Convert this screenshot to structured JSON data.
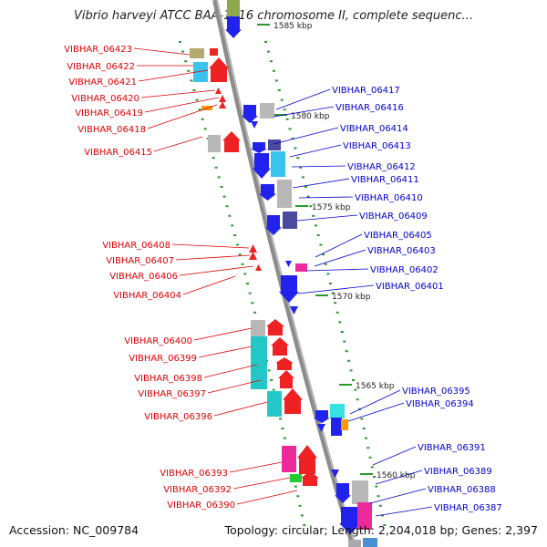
{
  "title": "Vibrio harveyi ATCC BAA-1116 chromosome II, complete sequenc...",
  "footer": {
    "accession": "Accession: NC_009784",
    "summary": "Topology: circular; Length: 2,204,018 bp; Genes: 2,397"
  },
  "colors": {
    "left_labels": "#dd0000",
    "right_labels": "#0000cc",
    "backbone": "#8c8c8c",
    "ticks": "#2a9a2a",
    "scale_label": "#222222"
  },
  "scale_marks": [
    "1585 kbp",
    "1580 kbp",
    "1575 kbp",
    "1570 kbp",
    "1565 kbp",
    "1560 kbp"
  ],
  "left_gene_labels": [
    "VIBHAR_06423",
    "VIBHAR_06422",
    "VIBHAR_06421",
    "VIBHAR_06420",
    "VIBHAR_06419",
    "VIBHAR_06418",
    "VIBHAR_06415",
    "VIBHAR_06408",
    "VIBHAR_06407",
    "VIBHAR_06406",
    "VIBHAR_06404",
    "VIBHAR_06400",
    "VIBHAR_06399",
    "VIBHAR_06398",
    "VIBHAR_06397",
    "VIBHAR_06396",
    "VIBHAR_06393",
    "VIBHAR_06392",
    "VIBHAR_06390"
  ],
  "right_gene_labels": [
    "VIBHAR_06417",
    "VIBHAR_06416",
    "VIBHAR_06414",
    "VIBHAR_06413",
    "VIBHAR_06412",
    "VIBHAR_06411",
    "VIBHAR_06410",
    "VIBHAR_06409",
    "VIBHAR_06405",
    "VIBHAR_06403",
    "VIBHAR_06402",
    "VIBHAR_06401",
    "VIBHAR_06395",
    "VIBHAR_06394",
    "VIBHAR_06391",
    "VIBHAR_06389",
    "VIBHAR_06388",
    "VIBHAR_06387"
  ]
}
